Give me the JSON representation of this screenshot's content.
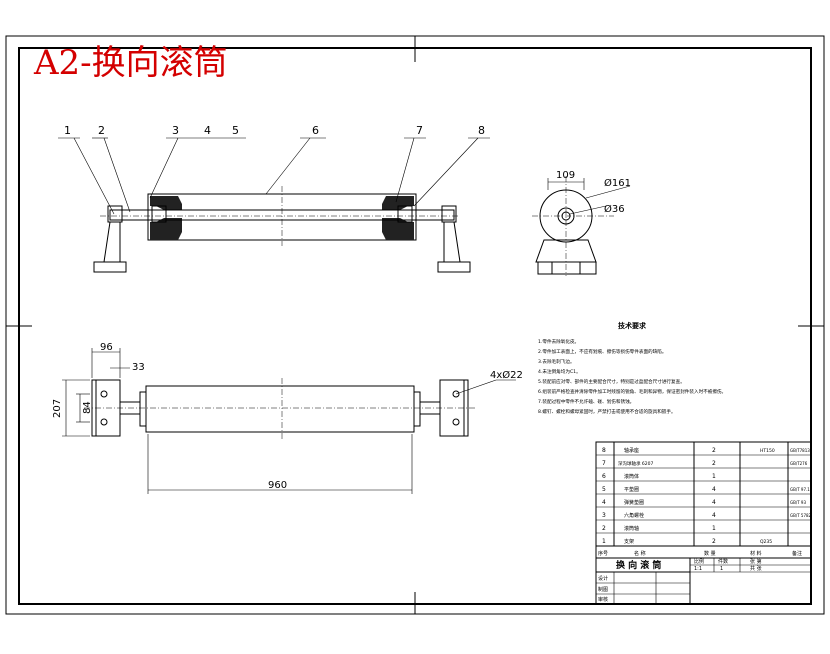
{
  "title": "A2-换向滚筒",
  "balloons": [
    "1",
    "2",
    "3",
    "4",
    "5",
    "6",
    "7",
    "8"
  ],
  "dimensions": {
    "d109": "109",
    "d161": "Ø161",
    "d36": "Ø36",
    "d96": "96",
    "d33": "33",
    "d207": "207",
    "d84": "84",
    "d960": "960",
    "holes": "4xØ22"
  },
  "tech_requirements": {
    "heading": "技术要求",
    "items": [
      "1.零件去除氧化皮。",
      "2.零件加工表面上，不应有划痕、擦伤等损伤零件表面的缺陷。",
      "3.去除毛刺飞边。",
      "4.未注倒角均为C1。",
      "5.装配前应对零、部件的主要配合尺寸，特别是过盈配合尺寸进行复查。",
      "6.组装前严格检查并清除零件加工时残留的锐角、毛刺和异物，保证密封件装入时不被擦伤。",
      "7.装配过程中零件不允许磕、碰、划伤和锈蚀。",
      "8.螺钉、螺栓和螺母紧固时，严禁打击或使用不合适的旋具和扳手。"
    ]
  },
  "bom": {
    "rows": [
      {
        "no": "8",
        "name": "轴承座",
        "qty": "2",
        "material": "HT150",
        "note": "GB/T7813"
      },
      {
        "no": "7",
        "name": "深沟球轴承 6207",
        "qty": "2",
        "material": "",
        "note": "GB/T276"
      },
      {
        "no": "6",
        "name": "滚筒体",
        "qty": "1",
        "material": "",
        "note": ""
      },
      {
        "no": "5",
        "name": "平垫圈",
        "qty": "4",
        "material": "",
        "note": "GB/T 97.1"
      },
      {
        "no": "4",
        "name": "弹簧垫圈",
        "qty": "4",
        "material": "",
        "note": "GB/T 93"
      },
      {
        "no": "3",
        "name": "六角螺栓",
        "qty": "4",
        "material": "",
        "note": "GB/T 5782"
      },
      {
        "no": "2",
        "name": "滚筒轴",
        "qty": "1",
        "material": "",
        "note": ""
      },
      {
        "no": "1",
        "name": "支架",
        "qty": "2",
        "material": "Q235",
        "note": ""
      }
    ],
    "header": {
      "no": "序号",
      "name": "名 称",
      "qty": "数 量",
      "material": "材 料",
      "note": "备注"
    }
  },
  "title_block": {
    "drawing_name": "换 向 滚 筒",
    "scale_label": "比例",
    "qty_label": "件数",
    "sheet_label": "张 第",
    "scale_value": "1:1",
    "qty_value": "1",
    "sheet_value": "共 张",
    "rows": [
      "设计",
      "制图",
      "审核"
    ]
  }
}
